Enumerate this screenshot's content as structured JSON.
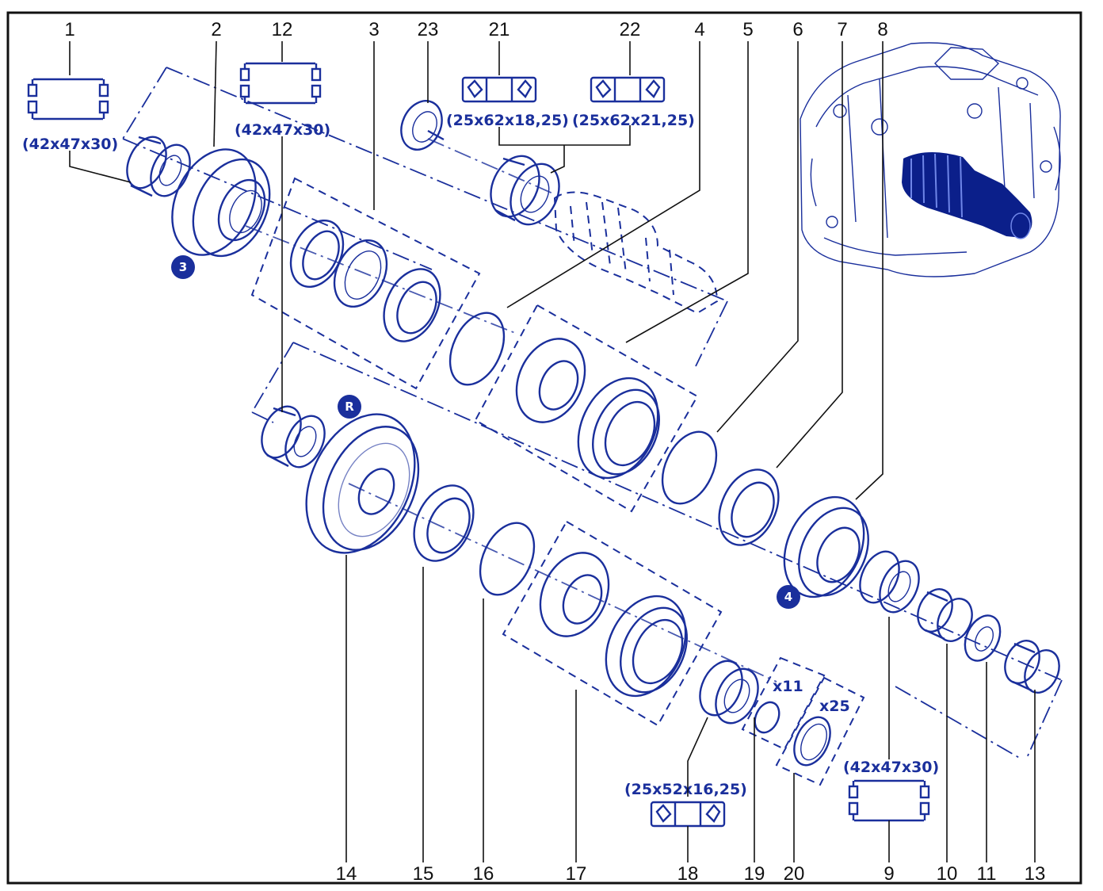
{
  "callouts": [
    {
      "id": "1",
      "label": "1"
    },
    {
      "id": "2",
      "label": "2"
    },
    {
      "id": "12",
      "label": "12"
    },
    {
      "id": "3",
      "label": "3"
    },
    {
      "id": "23",
      "label": "23"
    },
    {
      "id": "21",
      "label": "21"
    },
    {
      "id": "22",
      "label": "22"
    },
    {
      "id": "4",
      "label": "4"
    },
    {
      "id": "5",
      "label": "5"
    },
    {
      "id": "6",
      "label": "6"
    },
    {
      "id": "7",
      "label": "7"
    },
    {
      "id": "8",
      "label": "8"
    },
    {
      "id": "14",
      "label": "14"
    },
    {
      "id": "15",
      "label": "15"
    },
    {
      "id": "16",
      "label": "16"
    },
    {
      "id": "17",
      "label": "17"
    },
    {
      "id": "18",
      "label": "18"
    },
    {
      "id": "19",
      "label": "19"
    },
    {
      "id": "20",
      "label": "20"
    },
    {
      "id": "9",
      "label": "9"
    },
    {
      "id": "10",
      "label": "10"
    },
    {
      "id": "11",
      "label": "11"
    },
    {
      "id": "13",
      "label": "13"
    }
  ],
  "bearing_specs": {
    "needle_1": "(42x47x30)",
    "needle_12": "(42x47x30)",
    "ball_21": "(25x62x18,25)",
    "ball_22": "(25x62x21,25)",
    "ball_18": "(25x52x16,25)",
    "needle_9": "(42x47x30)"
  },
  "quantities": {
    "shim_19": "x11",
    "shim_20": "x25"
  },
  "gear_badges": {
    "gear_3": "3",
    "gear_reverse": "R",
    "gear_4": "4"
  },
  "colors": {
    "ink": "#1a2f9c",
    "leader": "#111111",
    "frame": "#111111",
    "highlight": "#0b1f8a"
  }
}
